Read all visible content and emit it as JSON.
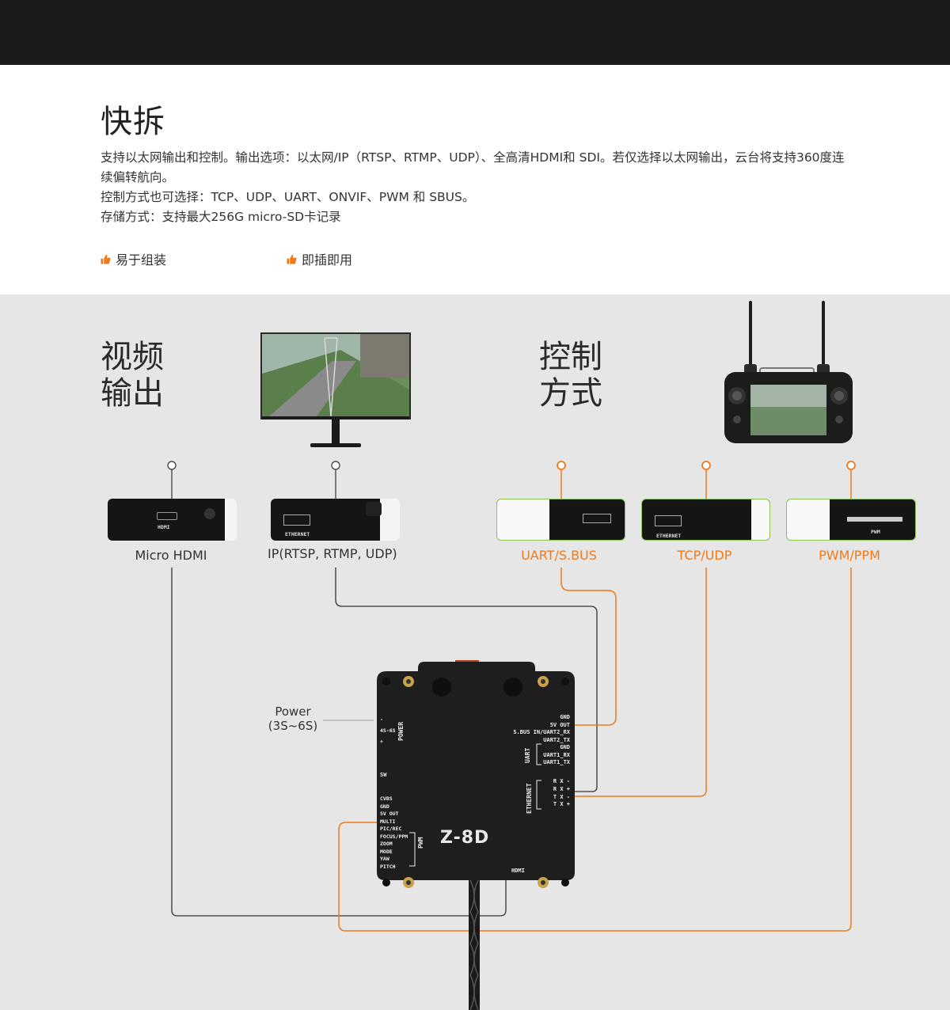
{
  "section": {
    "title": "快拆",
    "lines": [
      "支持以太网输出和控制。输出选项：以太网/IP（RTSP、RTMP、UDP）、全高清HDMI和  SDI。若仅选择以太网输出，云台将支持360度连",
      "续偏转航向。",
      "控制方式也可选择：TCP、UDP、UART、ONVIF、PWM 和 SBUS。",
      "存储方式：支持最大256G micro-SD卡记录"
    ],
    "features": [
      "易于组装",
      "即插即用"
    ]
  },
  "diagram": {
    "video_title": [
      "视频",
      "输出"
    ],
    "control_title": [
      "控制",
      "方式"
    ],
    "ports": {
      "micro_hdmi": "Micro HDMI",
      "ip": "IP(RTSP, RTMP, UDP)",
      "uart": "UART/S.BUS",
      "tcp": "TCP/UDP",
      "pwm": "PWM/PPM"
    },
    "port_chip_text": {
      "hdmi": "HDMI",
      "ethernet": "ETHERNET",
      "pwm": "PWM"
    },
    "power_label": [
      "Power",
      "(3S~6S)"
    ],
    "device": {
      "model": "Z-8D",
      "right_pins_top": [
        "GND",
        "5V OUT",
        "S.BUS IN/UART2_RX",
        "UART2_TX",
        "GND",
        "UART1_RX",
        "UART1_TX"
      ],
      "uart_group": "UART",
      "ethernet_pins": [
        "R X -",
        "R X +",
        "T X -",
        "T X +"
      ],
      "ethernet_group": "ETHERNET",
      "power_group": "POWER",
      "power_pins": [
        "-",
        "4S-6S",
        "+"
      ],
      "sw": "SW",
      "left_pins": [
        "CVBS",
        "GND",
        "5V OUT",
        "MULTI",
        "PIC/REC",
        "FOCUS/PPM",
        "ZOOM",
        "MODE",
        "YAW",
        "PITCH"
      ],
      "pwm_group": "PWM",
      "hdmi": "HDMI"
    },
    "colors": {
      "orange": "#f07a1a",
      "green_outline": "#8cc152",
      "dark_line": "#333333",
      "device_body": "#1e1e1e"
    }
  }
}
